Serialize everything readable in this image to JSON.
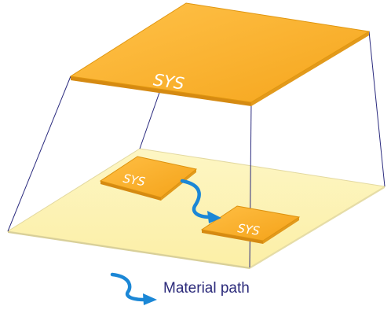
{
  "diagram": {
    "top_plane_label": "SYS",
    "sub_system_1_label": "SYS",
    "sub_system_2_label": "SYS",
    "legend_text": "Material path"
  },
  "colors": {
    "plane_fill": "#fdf4b8",
    "plane_edge": "#e6dca0",
    "system_fill": "#fbb034",
    "system_edge": "#d98a10",
    "connector": "#2a2a7e",
    "arrow": "#1b87d6"
  }
}
